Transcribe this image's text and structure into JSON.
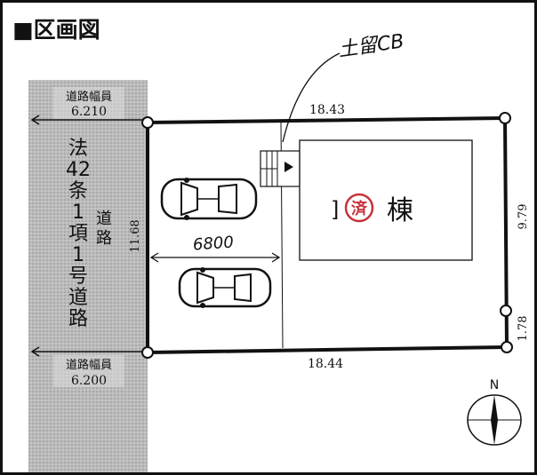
{
  "title": "■区画図",
  "handwritten_note": "土留CB",
  "road": {
    "name_chars": [
      "法",
      "42",
      "条",
      "1",
      "項",
      "1",
      "号",
      "道",
      "路"
    ],
    "name2_chars": [
      "道",
      "路"
    ],
    "width_top_label": "道路幅員",
    "width_top_value": "6.210",
    "width_bottom_label": "道路幅員",
    "width_bottom_value": "6.200"
  },
  "dimensions": {
    "top": "18.43",
    "bottom": "18.44",
    "left": "11.68",
    "right_upper": "9.79",
    "right_lower": "1.78",
    "parking": "6800"
  },
  "building": {
    "stamp": "済",
    "label": "棟",
    "prefix": "]"
  },
  "compass": {
    "label": "N"
  },
  "colors": {
    "line": "#111111",
    "road_fill": "#b9b9b9",
    "stamp": "#c8323a"
  }
}
